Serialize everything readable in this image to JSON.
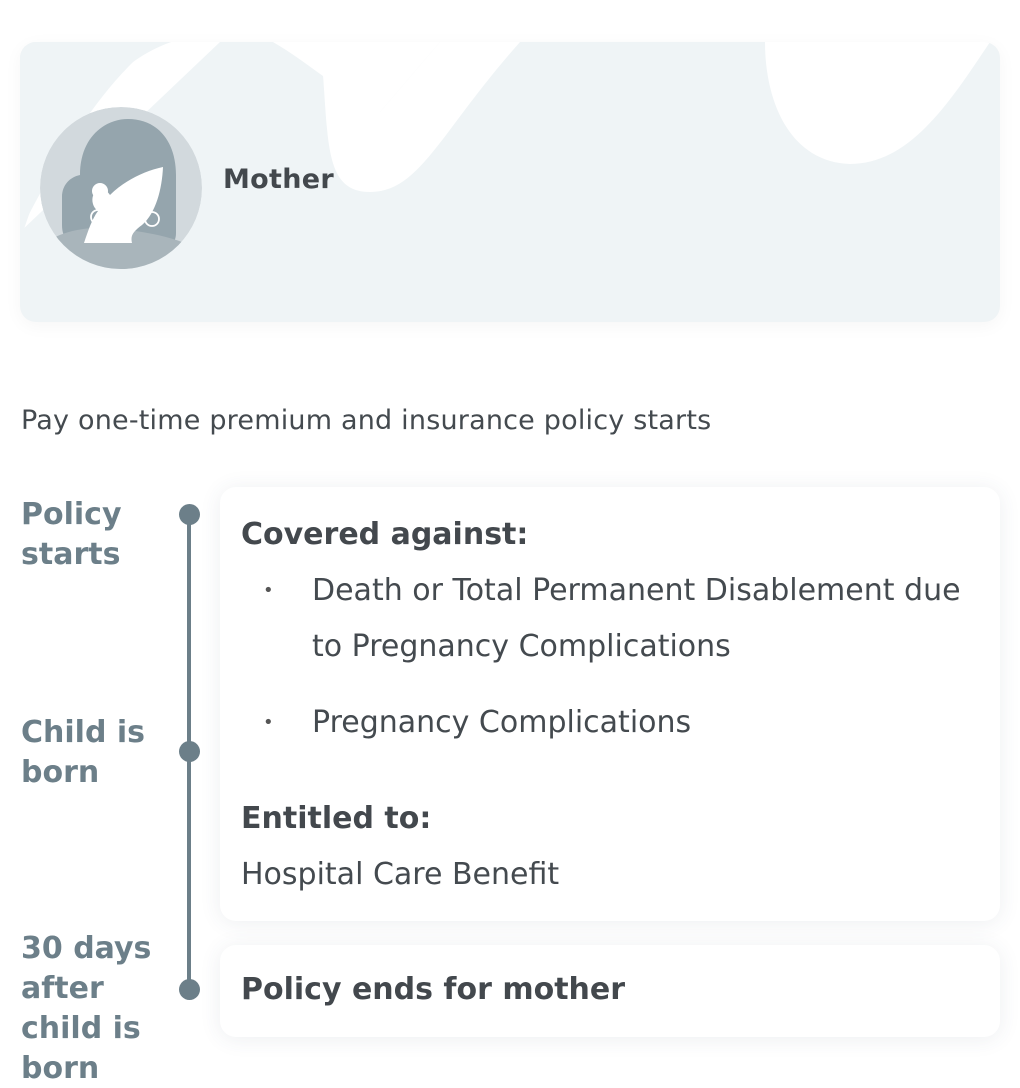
{
  "profile": {
    "name": "Mother",
    "avatar_icon": "mother-avatar-icon"
  },
  "intro": "Pay one-time premium and insurance policy starts",
  "timeline": {
    "color": "#6c7f89",
    "stages": [
      {
        "label": "Policy starts"
      },
      {
        "label": "Child is born"
      },
      {
        "label": "30 days after child is born"
      }
    ]
  },
  "coverage": {
    "covered_heading": "Covered against:",
    "covered_items": [
      "Death or Total Permanent Disablement due to Pregnancy Complications",
      "Pregnancy Complications"
    ],
    "entitled_heading": "Entitled to:",
    "entitled_value": "Hospital Care Benefit"
  },
  "end": {
    "text": "Policy ends for mother"
  }
}
